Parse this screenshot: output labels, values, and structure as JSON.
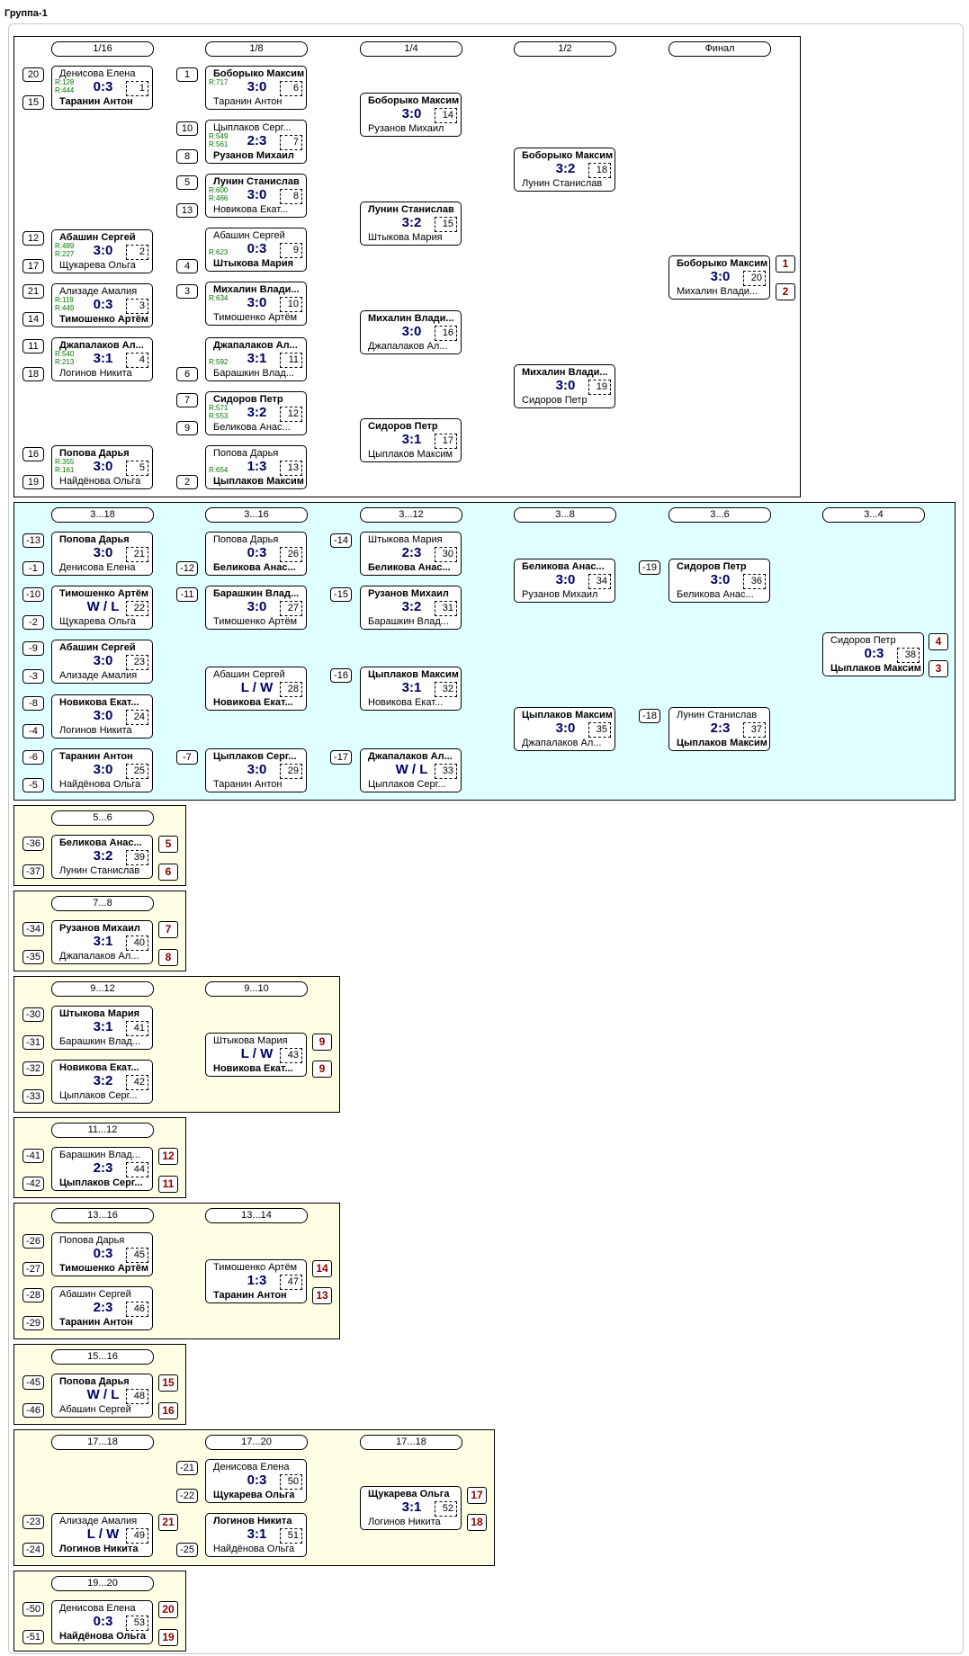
{
  "page_title": "Группа-1",
  "round_labels": {
    "main": [
      "1/16",
      "1/8",
      "1/4",
      "1/2",
      "Финал"
    ],
    "r3": [
      "3...18",
      "3...16",
      "3...12",
      "3...8",
      "3...6",
      "3...4"
    ],
    "r5": [
      "5...6"
    ],
    "r7": [
      "7...8"
    ],
    "r9": [
      "9...12",
      "9...10"
    ],
    "r11": [
      "11...12"
    ],
    "r13": [
      "13...16",
      "13...14"
    ],
    "r15": [
      "15...16"
    ],
    "r17": [
      "17...18",
      "17...20",
      "17...18"
    ],
    "r19": [
      "19...20"
    ]
  },
  "matches": [
    {
      "id": "1",
      "p1": "Денисова Елена",
      "p2": "Таранин Антон",
      "score": "0:3",
      "winner": 2,
      "r1": "R:128",
      "r2": "R:444"
    },
    {
      "id": "2",
      "p1": "Абашин Сергей",
      "p2": "Щукарева Ольга",
      "score": "3:0",
      "winner": 1,
      "r1": "R:489",
      "r2": "R:227"
    },
    {
      "id": "3",
      "p1": "Ализаде Амалия",
      "p2": "Тимошенко Артём",
      "score": "0:3",
      "winner": 2,
      "r1": "R:119",
      "r2": "R:449"
    },
    {
      "id": "4",
      "p1": "Джапалаков Ал...",
      "p2": "Логинов Никита",
      "score": "3:1",
      "winner": 1,
      "r1": "R:540",
      "r2": "R:213"
    },
    {
      "id": "5",
      "p1": "Попова Дарья",
      "p2": "Найдёнова Ольга",
      "score": "3:0",
      "winner": 1,
      "r1": "R:355",
      "r2": "R:161"
    },
    {
      "id": "6",
      "p1": "Боборыко Максим",
      "p2": "Таранин Антон",
      "score": "3:0",
      "winner": 1,
      "r1": "R:717",
      "r2": ""
    },
    {
      "id": "7",
      "p1": "Цыплаков Серг...",
      "p2": "Рузанов Михаил",
      "score": "2:3",
      "winner": 2,
      "r1": "R:549",
      "r2": "R:561"
    },
    {
      "id": "8",
      "p1": "Лунин Станислав",
      "p2": "Новикова Екат...",
      "score": "3:0",
      "winner": 1,
      "r1": "R:600",
      "r2": "R:466"
    },
    {
      "id": "9",
      "p1": "Абашин Сергей",
      "p2": "Штыкова Мария",
      "score": "0:3",
      "winner": 2,
      "r1": "",
      "r2": "R:623"
    },
    {
      "id": "10",
      "p1": "Михалин Влади...",
      "p2": "Тимошенко Артём",
      "score": "3:0",
      "winner": 1,
      "r1": "R:634",
      "r2": ""
    },
    {
      "id": "11",
      "p1": "Джапалаков Ал...",
      "p2": "Барашкин Влад...",
      "score": "3:1",
      "winner": 1,
      "r1": "",
      "r2": "R:592"
    },
    {
      "id": "12",
      "p1": "Сидоров Петр",
      "p2": "Беликова Анас...",
      "score": "3:2",
      "winner": 1,
      "r1": "R:571",
      "r2": "R:553"
    },
    {
      "id": "13",
      "p1": "Попова Дарья",
      "p2": "Цыплаков Максим",
      "score": "1:3",
      "winner": 2,
      "r1": "",
      "r2": "R:654"
    },
    {
      "id": "14",
      "p1": "Боборыко Максим",
      "p2": "Рузанов Михаил",
      "score": "3:0",
      "winner": 1,
      "r1": "",
      "r2": ""
    },
    {
      "id": "15",
      "p1": "Лунин Станислав",
      "p2": "Штыкова Мария",
      "score": "3:2",
      "winner": 1,
      "r1": "",
      "r2": ""
    },
    {
      "id": "16",
      "p1": "Михалин Влади...",
      "p2": "Джапалаков Ал...",
      "score": "3:0",
      "winner": 1,
      "r1": "",
      "r2": ""
    },
    {
      "id": "17",
      "p1": "Сидоров Петр",
      "p2": "Цыплаков Максим",
      "score": "3:1",
      "winner": 1,
      "r1": "",
      "r2": ""
    },
    {
      "id": "18",
      "p1": "Боборыко Максим",
      "p2": "Лунин Станислав",
      "score": "3:2",
      "winner": 1,
      "r1": "",
      "r2": ""
    },
    {
      "id": "19",
      "p1": "Михалин Влади...",
      "p2": "Сидоров Петр",
      "score": "3:0",
      "winner": 1,
      "r1": "",
      "r2": ""
    },
    {
      "id": "20",
      "p1": "Боборыко Максим",
      "p2": "Михалин Влади...",
      "score": "3:0",
      "winner": 1,
      "r1": "",
      "r2": ""
    },
    {
      "id": "21",
      "p1": "Попова Дарья",
      "p2": "Денисова Елена",
      "score": "3:0",
      "winner": 1,
      "r1": "",
      "r2": ""
    },
    {
      "id": "22",
      "p1": "Тимошенко Артём",
      "p2": "Щукарева Ольга",
      "score": "W / L",
      "winner": 1,
      "r1": "",
      "r2": ""
    },
    {
      "id": "23",
      "p1": "Абашин Сергей",
      "p2": "Ализаде Амалия",
      "score": "3:0",
      "winner": 1,
      "r1": "",
      "r2": ""
    },
    {
      "id": "24",
      "p1": "Новикова Екат...",
      "p2": "Логинов Никита",
      "score": "3:0",
      "winner": 1,
      "r1": "",
      "r2": ""
    },
    {
      "id": "25",
      "p1": "Таранин Антон",
      "p2": "Найдёнова Ольга",
      "score": "3:0",
      "winner": 1,
      "r1": "",
      "r2": ""
    },
    {
      "id": "26",
      "p1": "Попова Дарья",
      "p2": "Беликова Анас...",
      "score": "0:3",
      "winner": 2,
      "r1": "",
      "r2": ""
    },
    {
      "id": "27",
      "p1": "Барашкин Влад...",
      "p2": "Тимошенко Артём",
      "score": "3:0",
      "winner": 1,
      "r1": "",
      "r2": ""
    },
    {
      "id": "28",
      "p1": "Абашин Сергей",
      "p2": "Новикова Екат...",
      "score": "L / W",
      "winner": 2,
      "r1": "",
      "r2": ""
    },
    {
      "id": "29",
      "p1": "Цыплаков Серг...",
      "p2": "Таранин Антон",
      "score": "3:0",
      "winner": 1,
      "r1": "",
      "r2": ""
    },
    {
      "id": "30",
      "p1": "Штыкова Мария",
      "p2": "Беликова Анас...",
      "score": "2:3",
      "winner": 2,
      "r1": "",
      "r2": ""
    },
    {
      "id": "31",
      "p1": "Рузанов Михаил",
      "p2": "Барашкин Влад...",
      "score": "3:2",
      "winner": 1,
      "r1": "",
      "r2": ""
    },
    {
      "id": "32",
      "p1": "Цыплаков Максим",
      "p2": "Новикова Екат...",
      "score": "3:1",
      "winner": 1,
      "r1": "",
      "r2": ""
    },
    {
      "id": "33",
      "p1": "Джапалаков Ал...",
      "p2": "Цыплаков Серг...",
      "score": "W / L",
      "winner": 1,
      "r1": "",
      "r2": ""
    },
    {
      "id": "34",
      "p1": "Беликова Анас...",
      "p2": "Рузанов Михаил",
      "score": "3:0",
      "winner": 1,
      "r1": "",
      "r2": ""
    },
    {
      "id": "35",
      "p1": "Цыплаков Максим",
      "p2": "Джапалаков Ал...",
      "score": "3:0",
      "winner": 1,
      "r1": "",
      "r2": ""
    },
    {
      "id": "36",
      "p1": "Сидоров Петр",
      "p2": "Беликова Анас...",
      "score": "3:0",
      "winner": 1,
      "r1": "",
      "r2": ""
    },
    {
      "id": "37",
      "p1": "Лунин Станислав",
      "p2": "Цыплаков Максим",
      "score": "2:3",
      "winner": 2,
      "r1": "",
      "r2": ""
    },
    {
      "id": "38",
      "p1": "Сидоров Петр",
      "p2": "Цыплаков Максим",
      "score": "0:3",
      "winner": 2,
      "r1": "",
      "r2": ""
    },
    {
      "id": "39",
      "p1": "Беликова Анас...",
      "p2": "Лунин Станислав",
      "score": "3:2",
      "winner": 1,
      "r1": "",
      "r2": ""
    },
    {
      "id": "40",
      "p1": "Рузанов Михаил",
      "p2": "Джапалаков Ал...",
      "score": "3:1",
      "winner": 1,
      "r1": "",
      "r2": ""
    },
    {
      "id": "41",
      "p1": "Штыкова Мария",
      "p2": "Барашкин Влад...",
      "score": "3:1",
      "winner": 1,
      "r1": "",
      "r2": ""
    },
    {
      "id": "42",
      "p1": "Новикова Екат...",
      "p2": "Цыплаков Серг...",
      "score": "3:2",
      "winner": 1,
      "r1": "",
      "r2": ""
    },
    {
      "id": "43",
      "p1": "Штыкова Мария",
      "p2": "Новикова Екат...",
      "score": "L / W",
      "winner": 2,
      "r1": "",
      "r2": ""
    },
    {
      "id": "44",
      "p1": "Барашкин Влад...",
      "p2": "Цыплаков Серг...",
      "score": "2:3",
      "winner": 2,
      "r1": "",
      "r2": ""
    },
    {
      "id": "45",
      "p1": "Попова Дарья",
      "p2": "Тимошенко Артём",
      "score": "0:3",
      "winner": 2,
      "r1": "",
      "r2": ""
    },
    {
      "id": "46",
      "p1": "Абашин Сергей",
      "p2": "Таранин Антон",
      "score": "2:3",
      "winner": 2,
      "r1": "",
      "r2": ""
    },
    {
      "id": "47",
      "p1": "Тимошенко Артём",
      "p2": "Таранин Антон",
      "score": "1:3",
      "winner": 2,
      "r1": "",
      "r2": ""
    },
    {
      "id": "48",
      "p1": "Попова Дарья",
      "p2": "Абашин Сергей",
      "score": "W / L",
      "winner": 1,
      "r1": "",
      "r2": ""
    },
    {
      "id": "49",
      "p1": "Ализаде Амалия",
      "p2": "Логинов Никита",
      "score": "L / W",
      "winner": 2,
      "r1": "",
      "r2": ""
    },
    {
      "id": "50",
      "p1": "Денисова Елена",
      "p2": "Щукарева Ольга",
      "score": "0:3",
      "winner": 2,
      "r1": "",
      "r2": ""
    },
    {
      "id": "51",
      "p1": "Логинов Никита",
      "p2": "Найдёнова Ольга",
      "score": "3:1",
      "winner": 1,
      "r1": "",
      "r2": ""
    },
    {
      "id": "52",
      "p1": "Щукарева Ольга",
      "p2": "Логинов Никита",
      "score": "3:1",
      "winner": 1,
      "r1": "",
      "r2": ""
    },
    {
      "id": "53",
      "p1": "Денисова Елена",
      "p2": "Найдёнова Ольга",
      "score": "0:3",
      "winner": 2,
      "r1": "",
      "r2": ""
    }
  ],
  "seeds": [
    "20",
    "15",
    "1",
    "10",
    "8",
    "5",
    "13",
    "12",
    "17",
    "4",
    "21",
    "14",
    "3",
    "11",
    "18",
    "6",
    "7",
    "9",
    "16",
    "19",
    "2",
    "-13",
    "-1",
    "-12",
    "-14",
    "-10",
    "-2",
    "-11",
    "-15",
    "-9",
    "-3",
    "-16",
    "-8",
    "-4",
    "-6",
    "-5",
    "-7",
    "-17",
    "-19",
    "-18",
    "-36",
    "-37",
    "-34",
    "-35",
    "-30",
    "-31",
    "-32",
    "-33",
    "-41",
    "-42",
    "-26",
    "-27",
    "-28",
    "-29",
    "-45",
    "-46",
    "-21",
    "-22",
    "-23",
    "-24",
    "-25",
    "-50",
    "-51"
  ],
  "places": [
    "1",
    "2",
    "4",
    "3",
    "5",
    "6",
    "7",
    "8",
    "9",
    "9",
    "12",
    "11",
    "14",
    "13",
    "15",
    "16",
    "21",
    "17",
    "18",
    "20",
    "19"
  ],
  "colors": {
    "loser_bracket_bg": "#e0ffff",
    "placement_bg": "#ffffe6",
    "score_color": "#000066",
    "place_color": "#8b0000",
    "rating_color": "#007700"
  }
}
